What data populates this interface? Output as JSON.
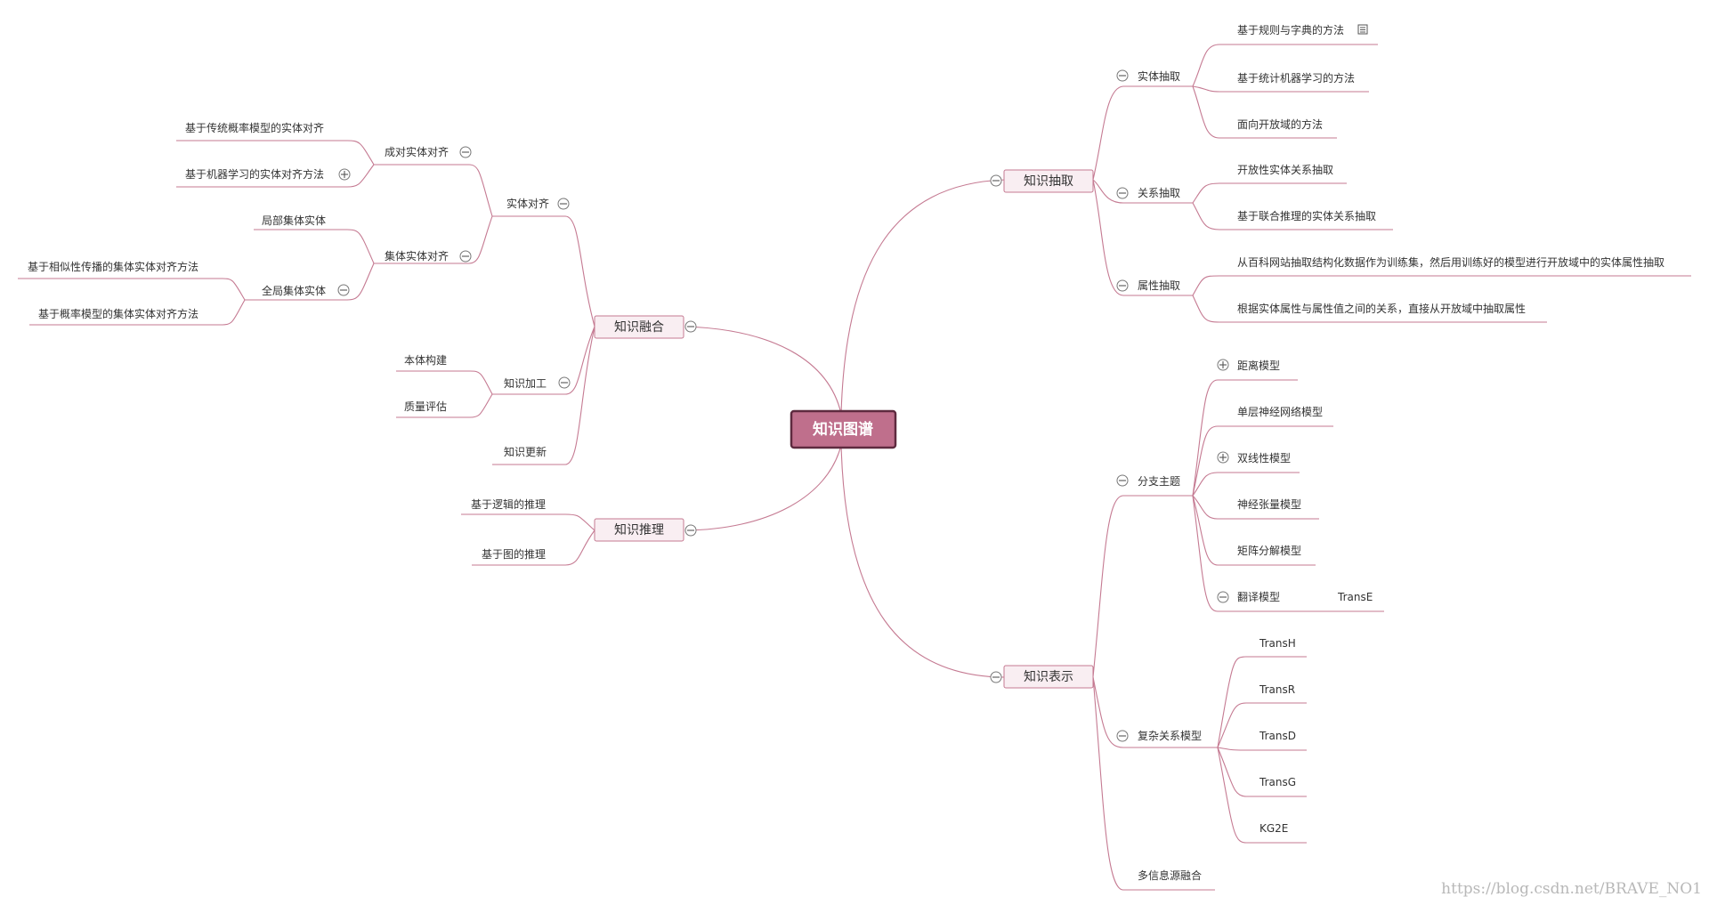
{
  "watermark": "https://blog.csdn.net/BRAVE_NO1",
  "mindmap": {
    "root": "知识图谱",
    "branches": {
      "extraction": {
        "label": "知识抽取",
        "entity": {
          "label": "实体抽取",
          "items": [
            "基于规则与字典的方法",
            "基于统计机器学习的方法",
            "面向开放域的方法"
          ]
        },
        "relation": {
          "label": "关系抽取",
          "items": [
            "开放性实体关系抽取",
            "基于联合推理的实体关系抽取"
          ]
        },
        "attribute": {
          "label": "属性抽取",
          "items": [
            "从百科网站抽取结构化数据作为训练集，然后用训练好的模型进行开放域中的实体属性抽取",
            "根据实体属性与属性值之间的关系，直接从开放域中抽取属性"
          ]
        }
      },
      "representation": {
        "label": "知识表示",
        "topics": {
          "label": "分支主题",
          "items": [
            "距离模型",
            "单层神经网络模型",
            "双线性模型",
            "神经张量模型",
            "矩阵分解模型",
            "翻译模型"
          ],
          "translation_child": "TransE"
        },
        "complex": {
          "label": "复杂关系模型",
          "items": [
            "TransH",
            "TransR",
            "TransD",
            "TransG",
            "KG2E"
          ]
        },
        "multisource": "多信息源融合"
      },
      "fusion": {
        "label": "知识融合",
        "alignment": {
          "label": "实体对齐",
          "pair": {
            "label": "成对实体对齐",
            "items": [
              "基于传统概率模型的实体对齐",
              "基于机器学习的实体对齐方法"
            ]
          },
          "collective": {
            "label": "集体实体对齐",
            "local": "局部集体实体",
            "global": {
              "label": "全局集体实体",
              "items": [
                "基于相似性传播的集体实体对齐方法",
                "基于概率模型的集体实体对齐方法"
              ]
            }
          }
        },
        "processing": {
          "label": "知识加工",
          "items": [
            "本体构建",
            "质量评估"
          ]
        },
        "update": "知识更新"
      },
      "reasoning": {
        "label": "知识推理",
        "items": [
          "基于逻辑的推理",
          "基于图的推理"
        ]
      }
    }
  }
}
